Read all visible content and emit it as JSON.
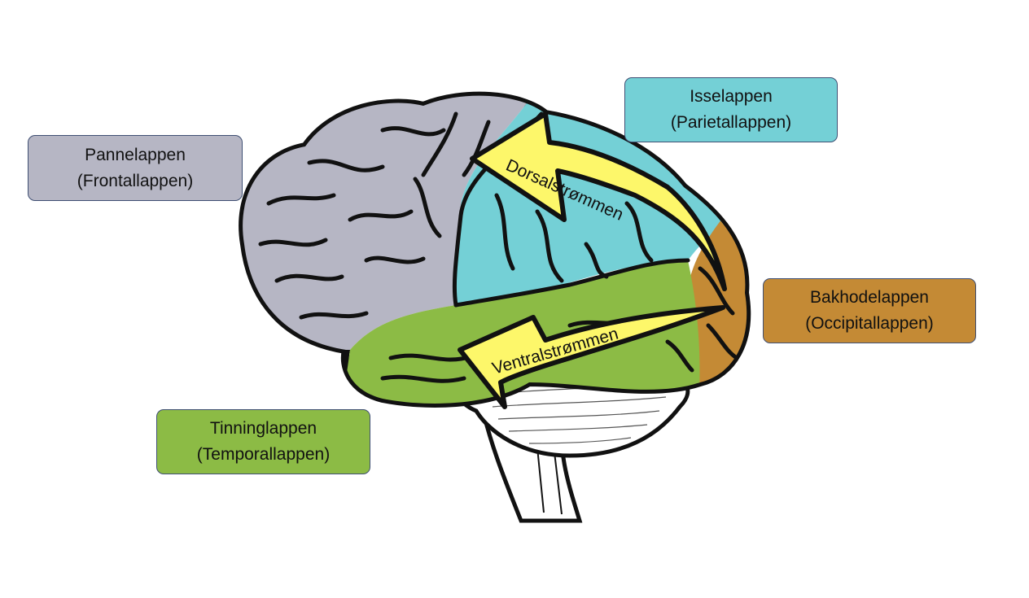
{
  "colors": {
    "frontal": "#b6b6c4",
    "parietal": "#74d0d6",
    "occipital": "#c48a35",
    "temporal": "#8cbb45",
    "arrow": "#fdf76a",
    "outline": "#111111",
    "box_border": "#3f4f73"
  },
  "lobes": {
    "frontal": {
      "name": "Pannelappen",
      "latin": "(Frontallappen)"
    },
    "parietal": {
      "name": "Isselappen",
      "latin": "(Parietallappen)"
    },
    "occipital": {
      "name": "Bakhodelappen",
      "latin": "(Occipitallappen)"
    },
    "temporal": {
      "name": "Tinninglappen",
      "latin": "(Temporallappen)"
    }
  },
  "streams": {
    "dorsal": "Dorsalstrømmen",
    "ventral": "Ventralstrømmen"
  }
}
